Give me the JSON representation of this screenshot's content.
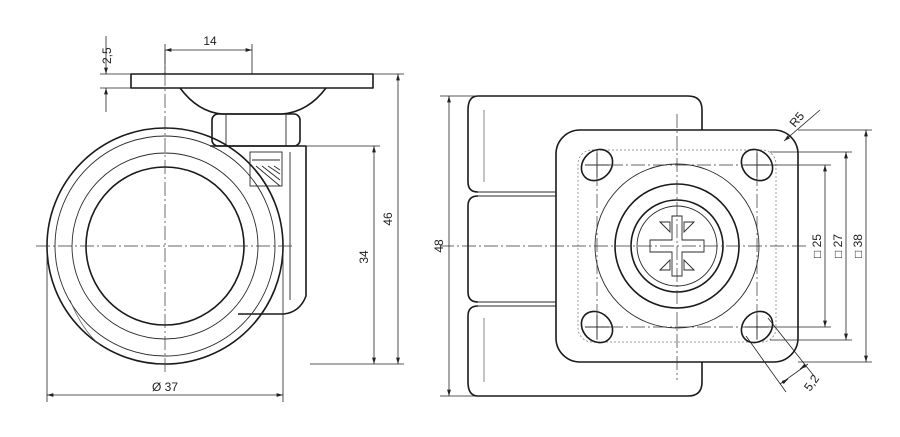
{
  "side_view": {
    "dim_plate_thickness": "2,5",
    "dim_top_width": "14",
    "dim_overall_height": "46",
    "dim_wheel_height": "34",
    "dim_wheel_diameter": "Ø 37"
  },
  "top_view": {
    "dim_overall_width": "48",
    "dim_corner_radius": "R5",
    "dim_hole_spacing_25": "□ 25",
    "dim_hole_spacing_27": "□ 27",
    "dim_plate_size_38": "□ 38",
    "dim_slot_width": "5,2"
  }
}
